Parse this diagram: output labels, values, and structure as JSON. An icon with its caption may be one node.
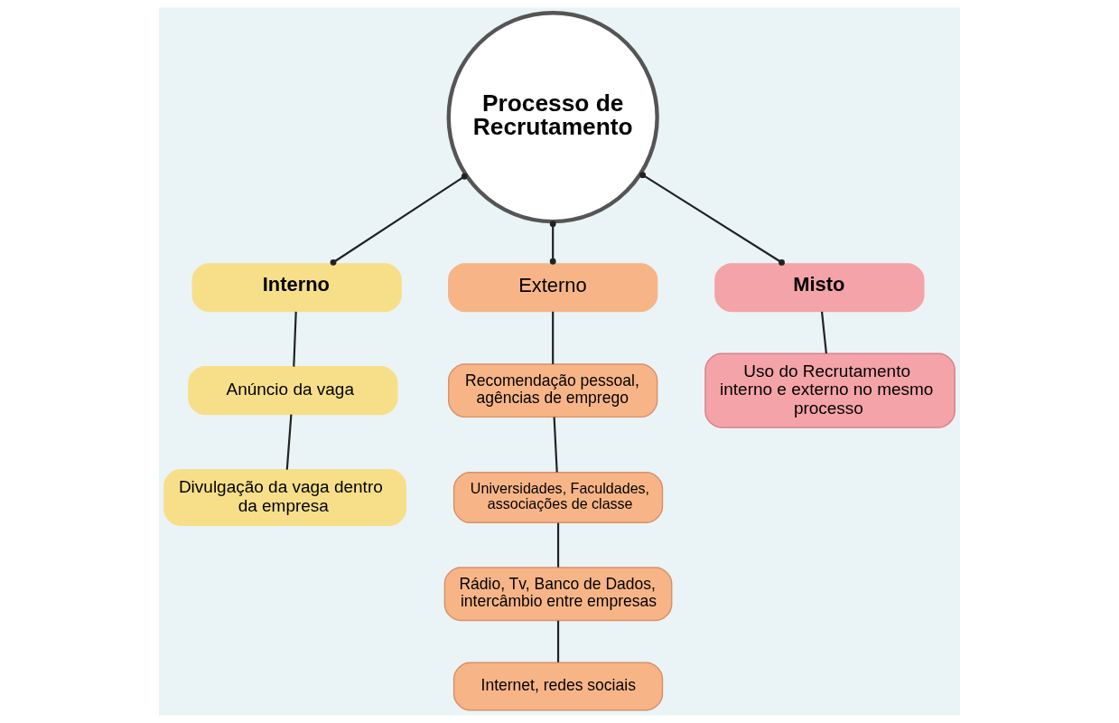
{
  "diagram": {
    "nodes": [
      {
        "text": [
          "Processo de Recrutamento"
        ]
      },
      {
        "text": [
          "Interno"
        ]
      },
      {
        "text": [
          "Externo"
        ]
      },
      {
        "text": [
          "Misto"
        ]
      },
      {
        "text": [
          "Anúncio da vaga"
        ]
      },
      {
        "text": [
          "Divulgação da vaga dentro da empresa"
        ]
      },
      {
        "text": [
          "Recomendação pessoal, agências de emprego"
        ]
      },
      {
        "text": [
          "Universidades, Faculdades, associações de classe"
        ]
      },
      {
        "text": [
          "Rádio, Tv, Banco de Dados, intercâmbio entre empresas"
        ]
      },
      {
        "text": [
          "Internet, redes sociais"
        ]
      },
      {
        "text": [
          "Uso do Recrutamento interno e externo no mesmo processo"
        ]
      }
    ],
    "edges": [
      {
        "from": 0,
        "to": 1,
        "arrow": "other"
      },
      {
        "from": 0,
        "to": 2,
        "arrow": "other"
      },
      {
        "from": 0,
        "to": 3,
        "arrow": "other"
      },
      {
        "from": 1,
        "to": 4,
        "arrow": "none"
      },
      {
        "from": 4,
        "to": 5,
        "arrow": "none"
      },
      {
        "from": 2,
        "to": 6,
        "arrow": "none"
      },
      {
        "from": 6,
        "to": 7,
        "arrow": "none"
      },
      {
        "from": 7,
        "to": 8,
        "arrow": "none"
      },
      {
        "from": 8,
        "to": 9,
        "arrow": "none"
      },
      {
        "from": 3,
        "to": 10,
        "arrow": "none"
      }
    ]
  }
}
